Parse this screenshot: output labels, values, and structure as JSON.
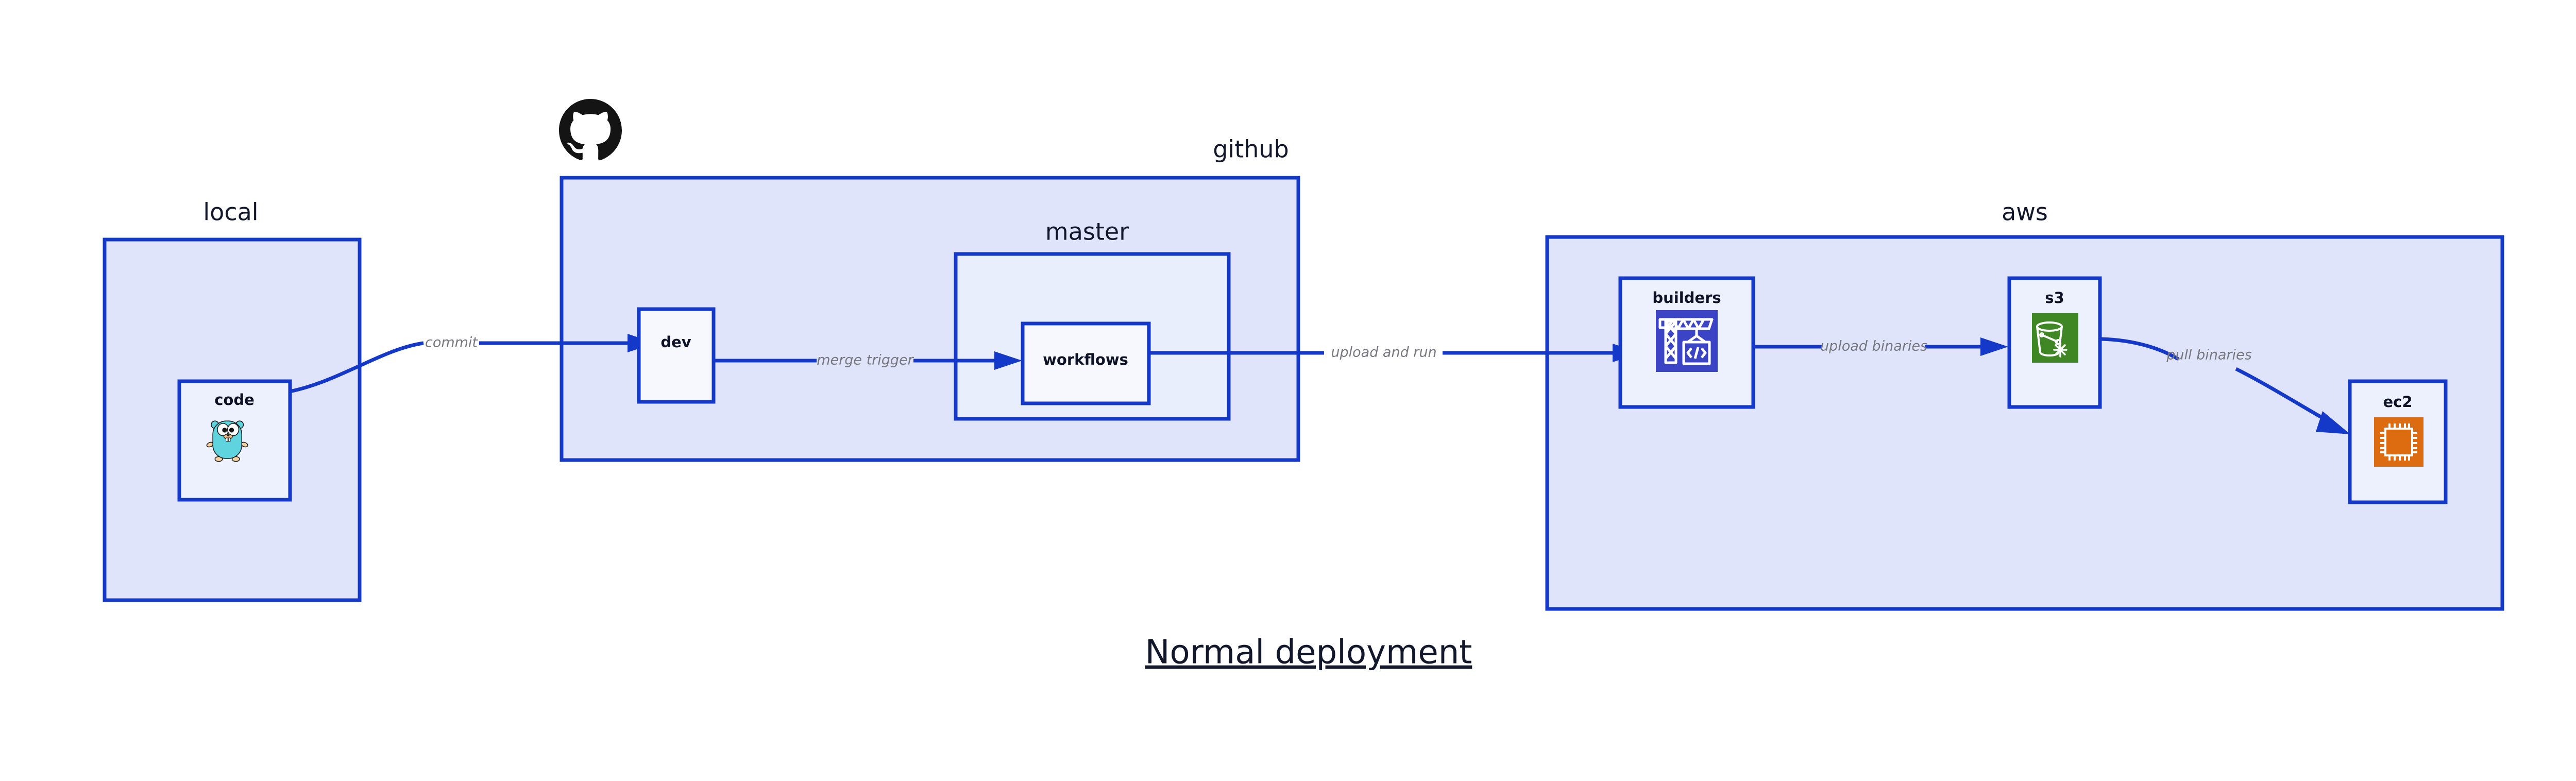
{
  "diagram": {
    "title": "Normal deployment",
    "colors": {
      "edge": "#1438c8",
      "group_fill": "#dfe4fb",
      "group_nested_fill": "#e9eefc",
      "node_fill": "#edf1fd",
      "border": "#1438c8",
      "label_text": "#12172b",
      "edge_label_text": "#77777f",
      "codebuild_icon": "#3a44c4",
      "s3_glacier_icon": "#3f8624",
      "ec2_icon": "#dd6b10",
      "github_logo": "#141414",
      "gopher_body": "#5fd4de"
    },
    "groups": [
      {
        "id": "local",
        "label": "local"
      },
      {
        "id": "github",
        "label": "github",
        "logo": "github-octocat-logo"
      },
      {
        "id": "master",
        "label": "master"
      },
      {
        "id": "aws",
        "label": "aws"
      }
    ],
    "nodes": [
      {
        "id": "code",
        "label": "code",
        "icon": "go-gopher-icon",
        "group": "local"
      },
      {
        "id": "dev",
        "label": "dev",
        "icon": null,
        "group": "github"
      },
      {
        "id": "workflows",
        "label": "workflows",
        "icon": null,
        "group": "master"
      },
      {
        "id": "builders",
        "label": "builders",
        "icon": "aws-codebuild-icon",
        "group": "aws"
      },
      {
        "id": "s3",
        "label": "s3",
        "icon": "aws-s3-glacier-icon",
        "group": "aws"
      },
      {
        "id": "ec2",
        "label": "ec2",
        "icon": "aws-ec2-icon",
        "group": "aws"
      }
    ],
    "edges": [
      {
        "id": "commit",
        "label": "commit",
        "from": "code",
        "to": "dev"
      },
      {
        "id": "merge-trigger",
        "label": "merge trigger",
        "from": "dev",
        "to": "workflows"
      },
      {
        "id": "upload-and-run",
        "label": "upload and run",
        "from": "workflows",
        "to": "builders"
      },
      {
        "id": "upload-binaries",
        "label": "upload binaries",
        "from": "builders",
        "to": "s3"
      },
      {
        "id": "pull-binaries",
        "label": "pull binaries",
        "from": "s3",
        "to": "ec2"
      }
    ]
  }
}
